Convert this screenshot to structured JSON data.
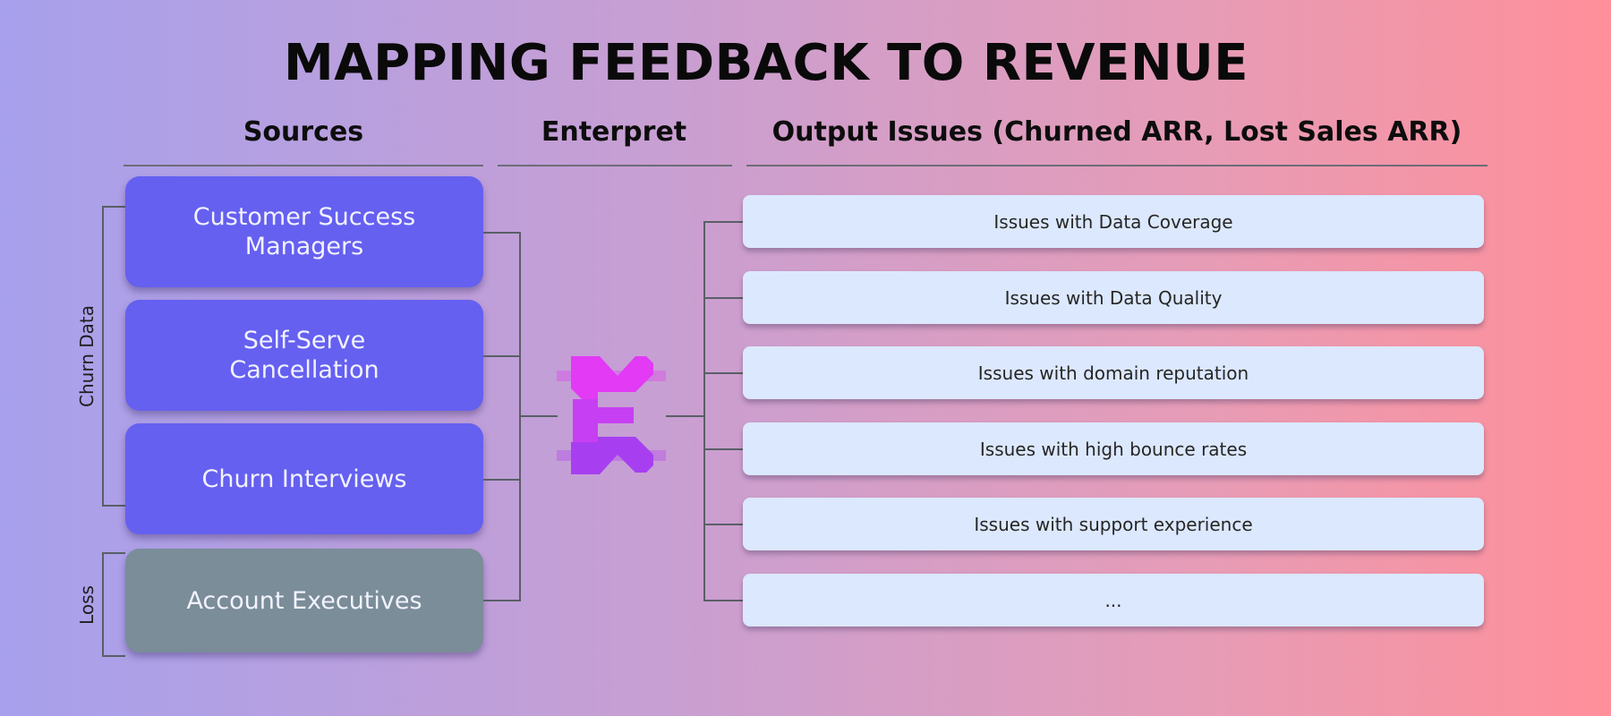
{
  "title": "MAPPING FEEDBACK TO REVENUE",
  "columns": {
    "sources": "Sources",
    "enterpret": "Enterpret",
    "outputs": "Output Issues (Churned ARR, Lost Sales ARR)"
  },
  "groups": {
    "churn": "Churn Data",
    "loss": "Loss"
  },
  "sources": [
    {
      "line1": "Customer Success",
      "line2": "Managers",
      "color": "#6560f0"
    },
    {
      "line1": "Self-Serve",
      "line2": "Cancellation",
      "color": "#6560f0"
    },
    {
      "line1": "Churn Interviews",
      "line2": "",
      "color": "#6560f0"
    },
    {
      "line1": "Account Executives",
      "line2": "",
      "color": "#7a8d98"
    }
  ],
  "outputs": [
    "Issues with Data Coverage",
    "Issues with Data Quality",
    "Issues with domain reputation",
    "Issues with high bounce rates",
    "Issues with support experience",
    "..."
  ],
  "colors": {
    "logo_primary": "#e23af5",
    "logo_secondary": "#b23ff0"
  },
  "logo_icon": "enterpret-logo-icon"
}
